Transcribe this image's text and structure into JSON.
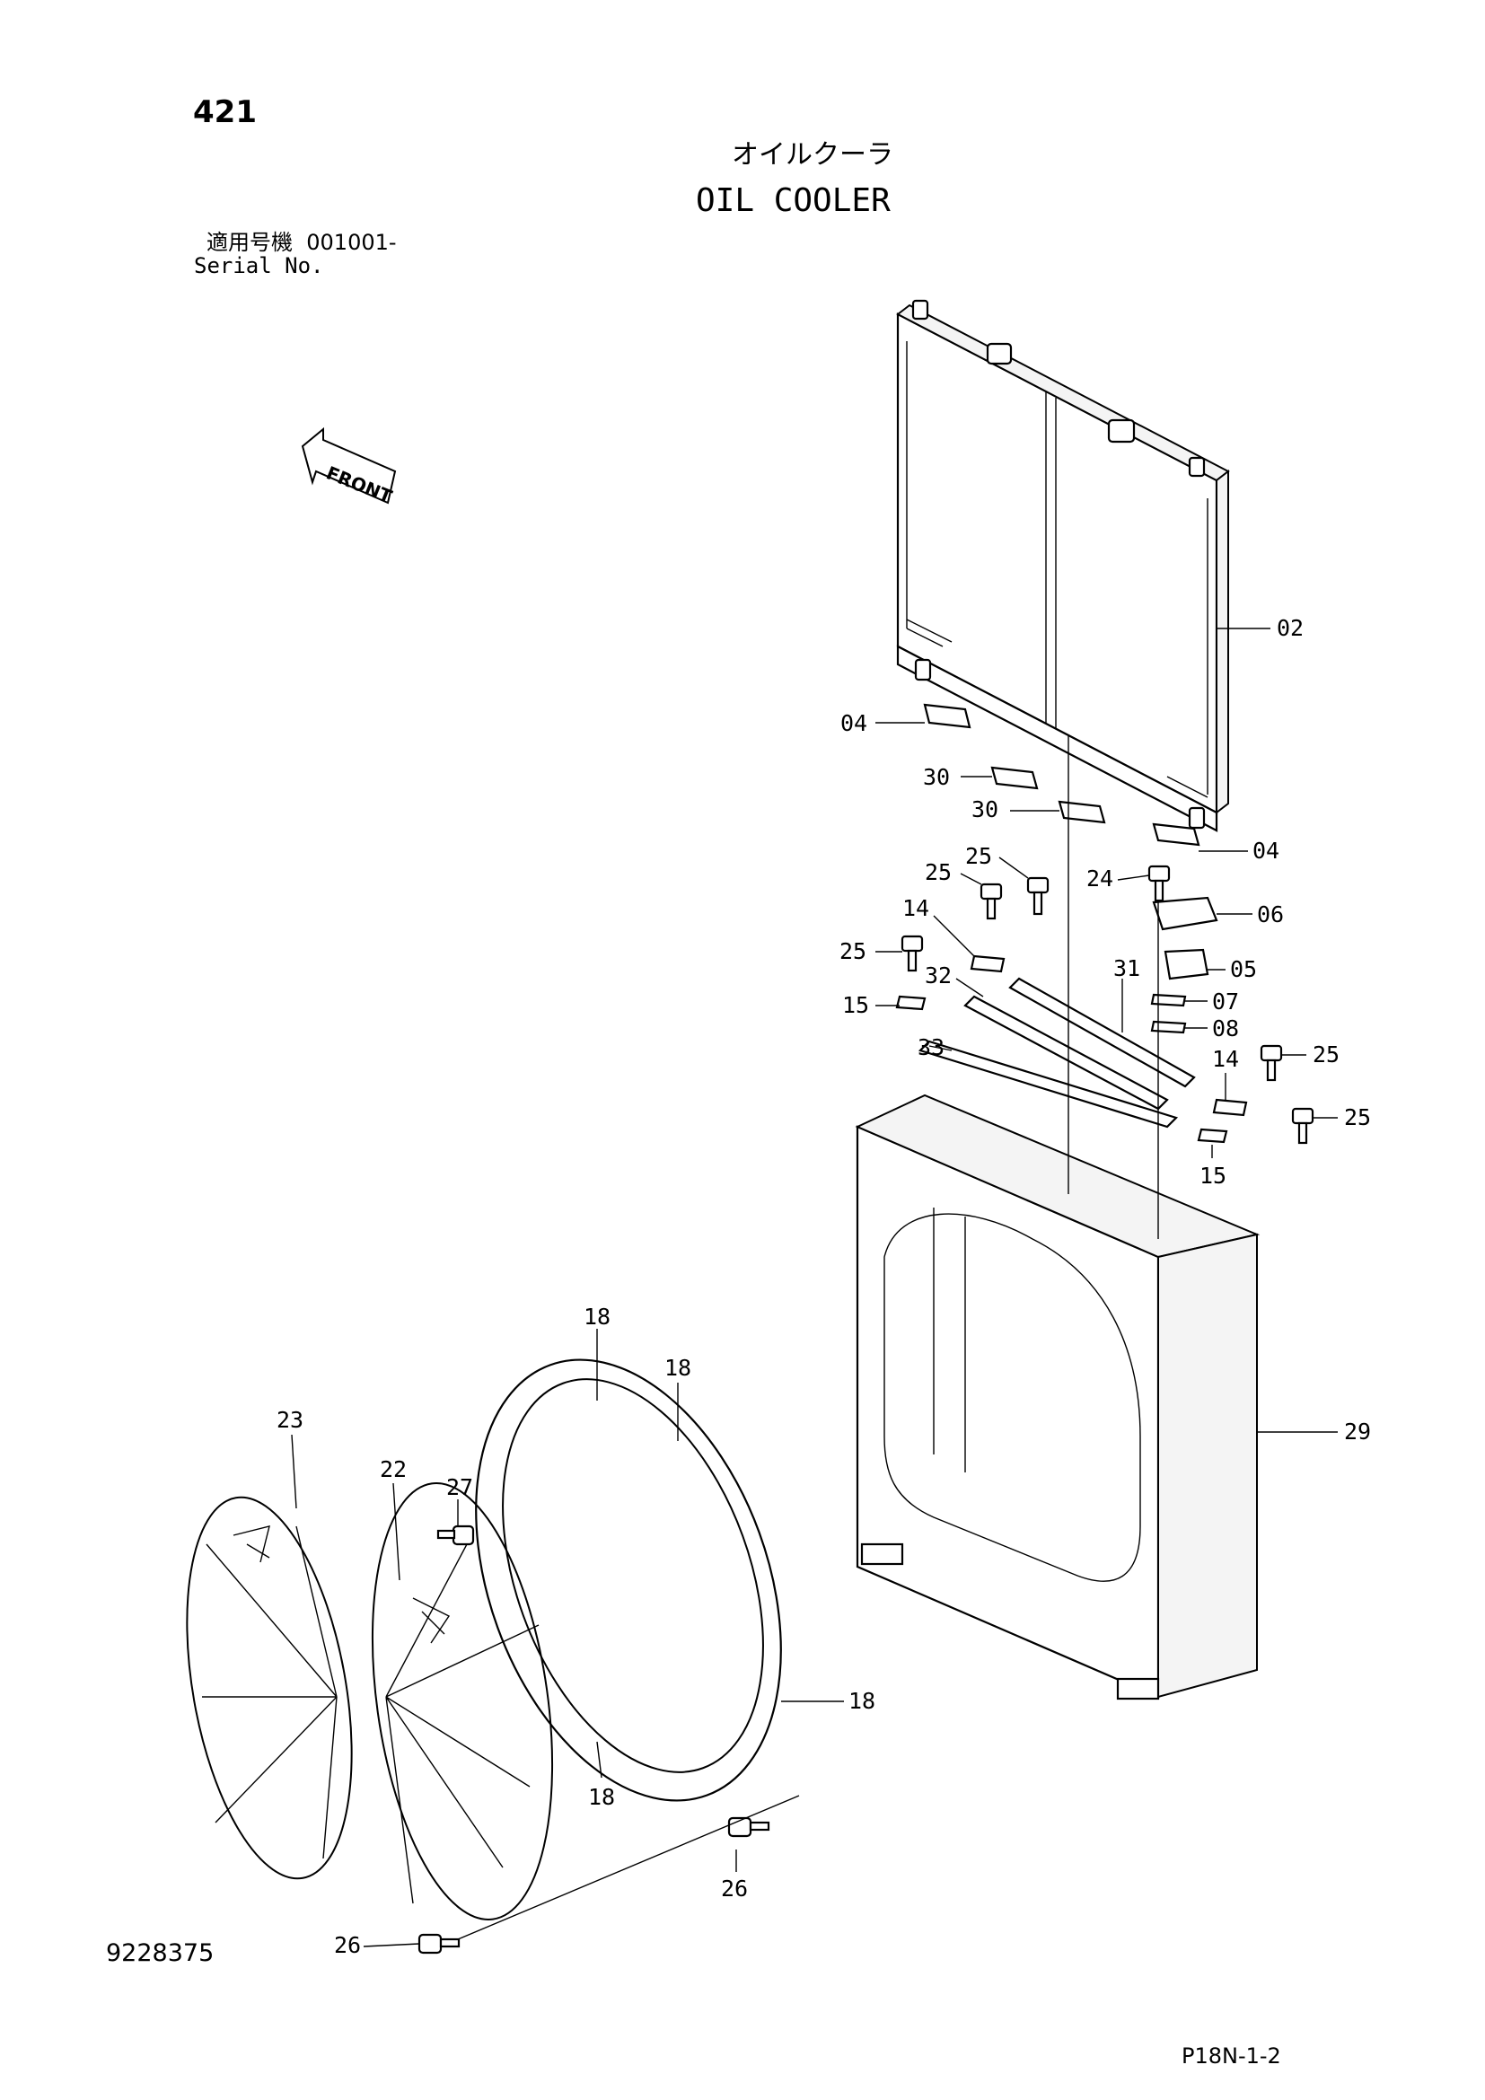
{
  "header": {
    "page_number": "421",
    "title_jp": "オイルクーラ",
    "title_en": "OIL COOLER",
    "serial_label_jp": "適用号機",
    "serial_range": "001001-",
    "serial_label_en": "Serial No."
  },
  "diagram": {
    "front_label": "FRONT",
    "callouts": {
      "c02": "02",
      "c04a": "04",
      "c04b": "04",
      "c05": "05",
      "c06": "06",
      "c07": "07",
      "c08": "08",
      "c14a": "14",
      "c14b": "14",
      "c15a": "15",
      "c15b": "15",
      "c18a": "18",
      "c18b": "18",
      "c18c": "18",
      "c18d": "18",
      "c22": "22",
      "c23": "23",
      "c24": "24",
      "c25a": "25",
      "c25b": "25",
      "c25c": "25",
      "c25d": "25",
      "c25e": "25",
      "c26a": "26",
      "c26b": "26",
      "c27": "27",
      "c29": "29",
      "c30a": "30",
      "c30b": "30",
      "c31": "31",
      "c32": "32",
      "c33": "33"
    }
  },
  "footer": {
    "drawing_number": "9228375",
    "reference_code": "P18N-1-2"
  }
}
